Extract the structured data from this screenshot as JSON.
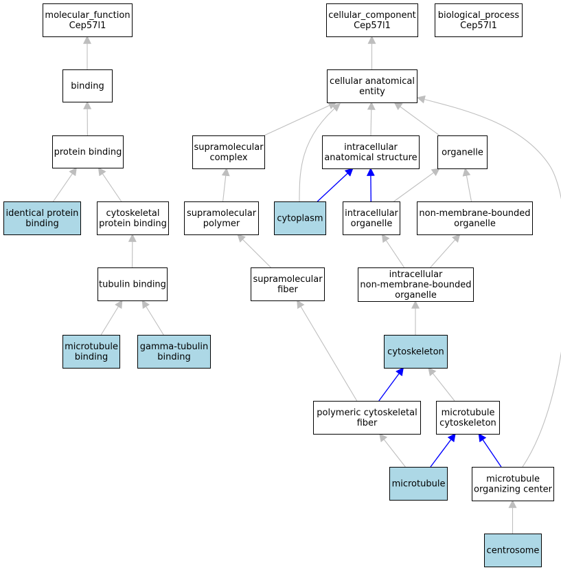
{
  "colors": {
    "highlight_fill": "#add8e6",
    "normal_fill": "#ffffff",
    "border": "#000000",
    "edge_gray": "#bebebe",
    "edge_blue": "#0000ff"
  },
  "nodes": [
    {
      "id": "molecular_function",
      "lines": [
        "molecular_function",
        "Cep57l1"
      ],
      "highlight": false
    },
    {
      "id": "binding",
      "lines": [
        "binding"
      ],
      "highlight": false
    },
    {
      "id": "protein_binding",
      "lines": [
        "protein binding"
      ],
      "highlight": false
    },
    {
      "id": "identical_protein_binding",
      "lines": [
        "identical protein",
        "binding"
      ],
      "highlight": true
    },
    {
      "id": "cytoskeletal_protein_binding",
      "lines": [
        "cytoskeletal",
        "protein binding"
      ],
      "highlight": false
    },
    {
      "id": "tubulin_binding",
      "lines": [
        "tubulin binding"
      ],
      "highlight": false
    },
    {
      "id": "microtubule_binding",
      "lines": [
        "microtubule",
        "binding"
      ],
      "highlight": true
    },
    {
      "id": "gamma_tubulin_binding",
      "lines": [
        "gamma-tubulin",
        "binding"
      ],
      "highlight": true
    },
    {
      "id": "cellular_component",
      "lines": [
        "cellular_component",
        "Cep57l1"
      ],
      "highlight": false
    },
    {
      "id": "biological_process",
      "lines": [
        "biological_process",
        "Cep57l1"
      ],
      "highlight": false
    },
    {
      "id": "cellular_anatomical_entity",
      "lines": [
        "cellular anatomical",
        "entity"
      ],
      "highlight": false
    },
    {
      "id": "supramolecular_complex",
      "lines": [
        "supramolecular",
        "complex"
      ],
      "highlight": false
    },
    {
      "id": "intracellular_anatomical_structure",
      "lines": [
        "intracellular",
        "anatomical structure"
      ],
      "highlight": false
    },
    {
      "id": "organelle",
      "lines": [
        "organelle"
      ],
      "highlight": false
    },
    {
      "id": "supramolecular_polymer",
      "lines": [
        "supramolecular",
        "polymer"
      ],
      "highlight": false
    },
    {
      "id": "cytoplasm",
      "lines": [
        "cytoplasm"
      ],
      "highlight": true
    },
    {
      "id": "intracellular_organelle",
      "lines": [
        "intracellular",
        "organelle"
      ],
      "highlight": false
    },
    {
      "id": "non_membrane_bounded_organelle",
      "lines": [
        "non-membrane-bounded",
        "organelle"
      ],
      "highlight": false
    },
    {
      "id": "supramolecular_fiber",
      "lines": [
        "supramolecular",
        "fiber"
      ],
      "highlight": false
    },
    {
      "id": "intracellular_nmb_organelle",
      "lines": [
        "intracellular",
        "non-membrane-bounded",
        "organelle"
      ],
      "highlight": false
    },
    {
      "id": "cytoskeleton",
      "lines": [
        "cytoskeleton"
      ],
      "highlight": true
    },
    {
      "id": "polymeric_cytoskeletal_fiber",
      "lines": [
        "polymeric cytoskeletal",
        "fiber"
      ],
      "highlight": false
    },
    {
      "id": "microtubule_cytoskeleton",
      "lines": [
        "microtubule",
        "cytoskeleton"
      ],
      "highlight": false
    },
    {
      "id": "microtubule",
      "lines": [
        "microtubule"
      ],
      "highlight": true
    },
    {
      "id": "microtubule_organizing_center",
      "lines": [
        "microtubule",
        "organizing center"
      ],
      "highlight": false
    },
    {
      "id": "centrosome",
      "lines": [
        "centrosome"
      ],
      "highlight": true
    }
  ],
  "edges": [
    {
      "from": "binding",
      "to": "molecular_function",
      "style": "gray"
    },
    {
      "from": "protein_binding",
      "to": "binding",
      "style": "gray"
    },
    {
      "from": "identical_protein_binding",
      "to": "protein_binding",
      "style": "gray"
    },
    {
      "from": "cytoskeletal_protein_binding",
      "to": "protein_binding",
      "style": "gray"
    },
    {
      "from": "tubulin_binding",
      "to": "cytoskeletal_protein_binding",
      "style": "gray"
    },
    {
      "from": "microtubule_binding",
      "to": "tubulin_binding",
      "style": "gray"
    },
    {
      "from": "gamma_tubulin_binding",
      "to": "tubulin_binding",
      "style": "gray"
    },
    {
      "from": "cellular_anatomical_entity",
      "to": "cellular_component",
      "style": "gray"
    },
    {
      "from": "supramolecular_complex",
      "to": "cellular_anatomical_entity",
      "style": "gray"
    },
    {
      "from": "cytoplasm",
      "to": "cellular_anatomical_entity",
      "style": "gray"
    },
    {
      "from": "intracellular_anatomical_structure",
      "to": "cellular_anatomical_entity",
      "style": "gray"
    },
    {
      "from": "organelle",
      "to": "cellular_anatomical_entity",
      "style": "gray"
    },
    {
      "from": "microtubule_organizing_center",
      "to": "cellular_anatomical_entity",
      "style": "gray"
    },
    {
      "from": "supramolecular_polymer",
      "to": "supramolecular_complex",
      "style": "gray"
    },
    {
      "from": "cytoplasm",
      "to": "intracellular_anatomical_structure",
      "style": "blue"
    },
    {
      "from": "intracellular_organelle",
      "to": "intracellular_anatomical_structure",
      "style": "blue"
    },
    {
      "from": "intracellular_organelle",
      "to": "organelle",
      "style": "gray"
    },
    {
      "from": "non_membrane_bounded_organelle",
      "to": "organelle",
      "style": "gray"
    },
    {
      "from": "supramolecular_fiber",
      "to": "supramolecular_polymer",
      "style": "gray"
    },
    {
      "from": "intracellular_nmb_organelle",
      "to": "intracellular_organelle",
      "style": "gray"
    },
    {
      "from": "intracellular_nmb_organelle",
      "to": "non_membrane_bounded_organelle",
      "style": "gray"
    },
    {
      "from": "cytoskeleton",
      "to": "intracellular_nmb_organelle",
      "style": "gray"
    },
    {
      "from": "polymeric_cytoskeletal_fiber",
      "to": "supramolecular_fiber",
      "style": "gray"
    },
    {
      "from": "polymeric_cytoskeletal_fiber",
      "to": "cytoskeleton",
      "style": "blue"
    },
    {
      "from": "microtubule_cytoskeleton",
      "to": "cytoskeleton",
      "style": "gray"
    },
    {
      "from": "microtubule",
      "to": "polymeric_cytoskeletal_fiber",
      "style": "gray"
    },
    {
      "from": "microtubule",
      "to": "microtubule_cytoskeleton",
      "style": "blue"
    },
    {
      "from": "microtubule_organizing_center",
      "to": "microtubule_cytoskeleton",
      "style": "blue"
    },
    {
      "from": "centrosome",
      "to": "microtubule_organizing_center",
      "style": "gray"
    }
  ]
}
